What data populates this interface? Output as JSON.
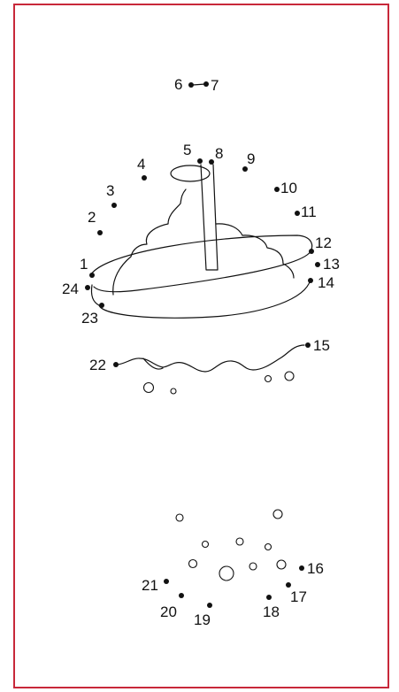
{
  "worksheet": {
    "border_color": "#c8283a",
    "ink_color": "#111111",
    "dots": [
      "1",
      "2",
      "3",
      "4",
      "5",
      "6",
      "7",
      "8",
      "9",
      "10",
      "11",
      "12",
      "13",
      "14",
      "15",
      "16",
      "17",
      "18",
      "19",
      "20",
      "21",
      "22",
      "23",
      "24"
    ]
  }
}
